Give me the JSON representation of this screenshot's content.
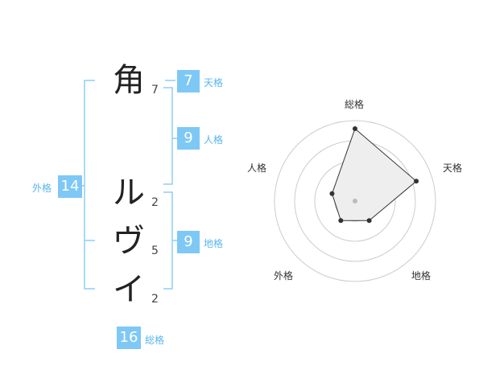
{
  "colors": {
    "accent": "#7ec8f6",
    "label_blue": "#59b5ef",
    "bracket": "#8ecdf6",
    "char": "#222222",
    "grid": "#cccccc",
    "fill": "#eeeeee",
    "line": "#333333",
    "center": "#bbbbbb"
  },
  "name": {
    "characters": [
      {
        "char": "角",
        "strokes": "7"
      },
      {
        "char": "ル",
        "strokes": "2"
      },
      {
        "char": "ヴ",
        "strokes": "5"
      },
      {
        "char": "イ",
        "strokes": "2"
      }
    ]
  },
  "fortune": {
    "tenkaku": {
      "value": "7",
      "label": "天格"
    },
    "jinkaku": {
      "value": "9",
      "label": "人格"
    },
    "chikaku": {
      "value": "9",
      "label": "地格"
    },
    "gaikaku": {
      "value": "14",
      "label": "外格"
    },
    "soukaku": {
      "value": "16",
      "label": "総格"
    }
  },
  "chart_data": {
    "type": "radar",
    "axes": [
      "総格",
      "天格",
      "地格",
      "外格",
      "人格"
    ],
    "max": 5,
    "levels": 4,
    "values": [
      4.5,
      4,
      1.5,
      1.5,
      1.5
    ],
    "grid": true
  }
}
